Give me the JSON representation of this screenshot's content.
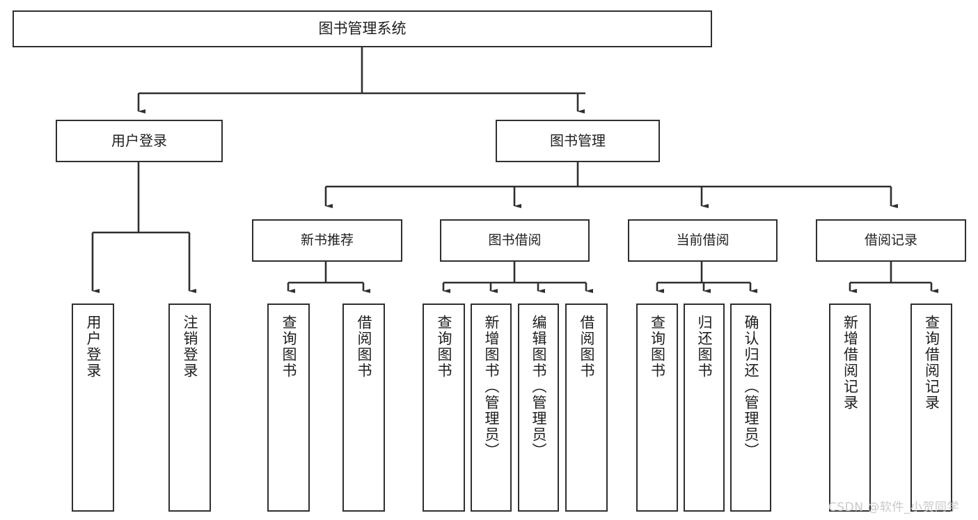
{
  "diagram": {
    "title": "图书管理系统",
    "type": "hierarchy-tree",
    "colors": {
      "stroke": "#2f2f2f",
      "fill": "#ffffff",
      "text": "#1e1e1e",
      "watermark": "#c9c9c9"
    },
    "levels": {
      "root": {
        "label": "图书管理系统"
      },
      "level2": [
        {
          "label": "用户登录"
        },
        {
          "label": "图书管理"
        }
      ],
      "level3": [
        {
          "label": "新书推荐"
        },
        {
          "label": "图书借阅"
        },
        {
          "label": "当前借阅"
        },
        {
          "label": "借阅记录"
        }
      ],
      "leaves": [
        {
          "label": "用户登录",
          "parent": "用户登录"
        },
        {
          "label": "注销登录",
          "parent": "用户登录"
        },
        {
          "label": "查询图书",
          "parent": "新书推荐"
        },
        {
          "label": "借阅图书",
          "parent": "新书推荐"
        },
        {
          "label": "查询图书",
          "parent": "图书借阅"
        },
        {
          "label": "新增图书（管理员）",
          "parent": "图书借阅"
        },
        {
          "label": "编辑图书（管理员）",
          "parent": "图书借阅"
        },
        {
          "label": "借阅图书",
          "parent": "图书借阅"
        },
        {
          "label": "查询图书",
          "parent": "当前借阅"
        },
        {
          "label": "归还图书",
          "parent": "当前借阅"
        },
        {
          "label": "确认归还（管理员）",
          "parent": "当前借阅"
        },
        {
          "label": "新增借阅记录",
          "parent": "借阅记录"
        },
        {
          "label": "查询借阅记录",
          "parent": "借阅记录"
        }
      ]
    }
  },
  "watermark": {
    "text": "CSDN @软件_小贺同学"
  }
}
